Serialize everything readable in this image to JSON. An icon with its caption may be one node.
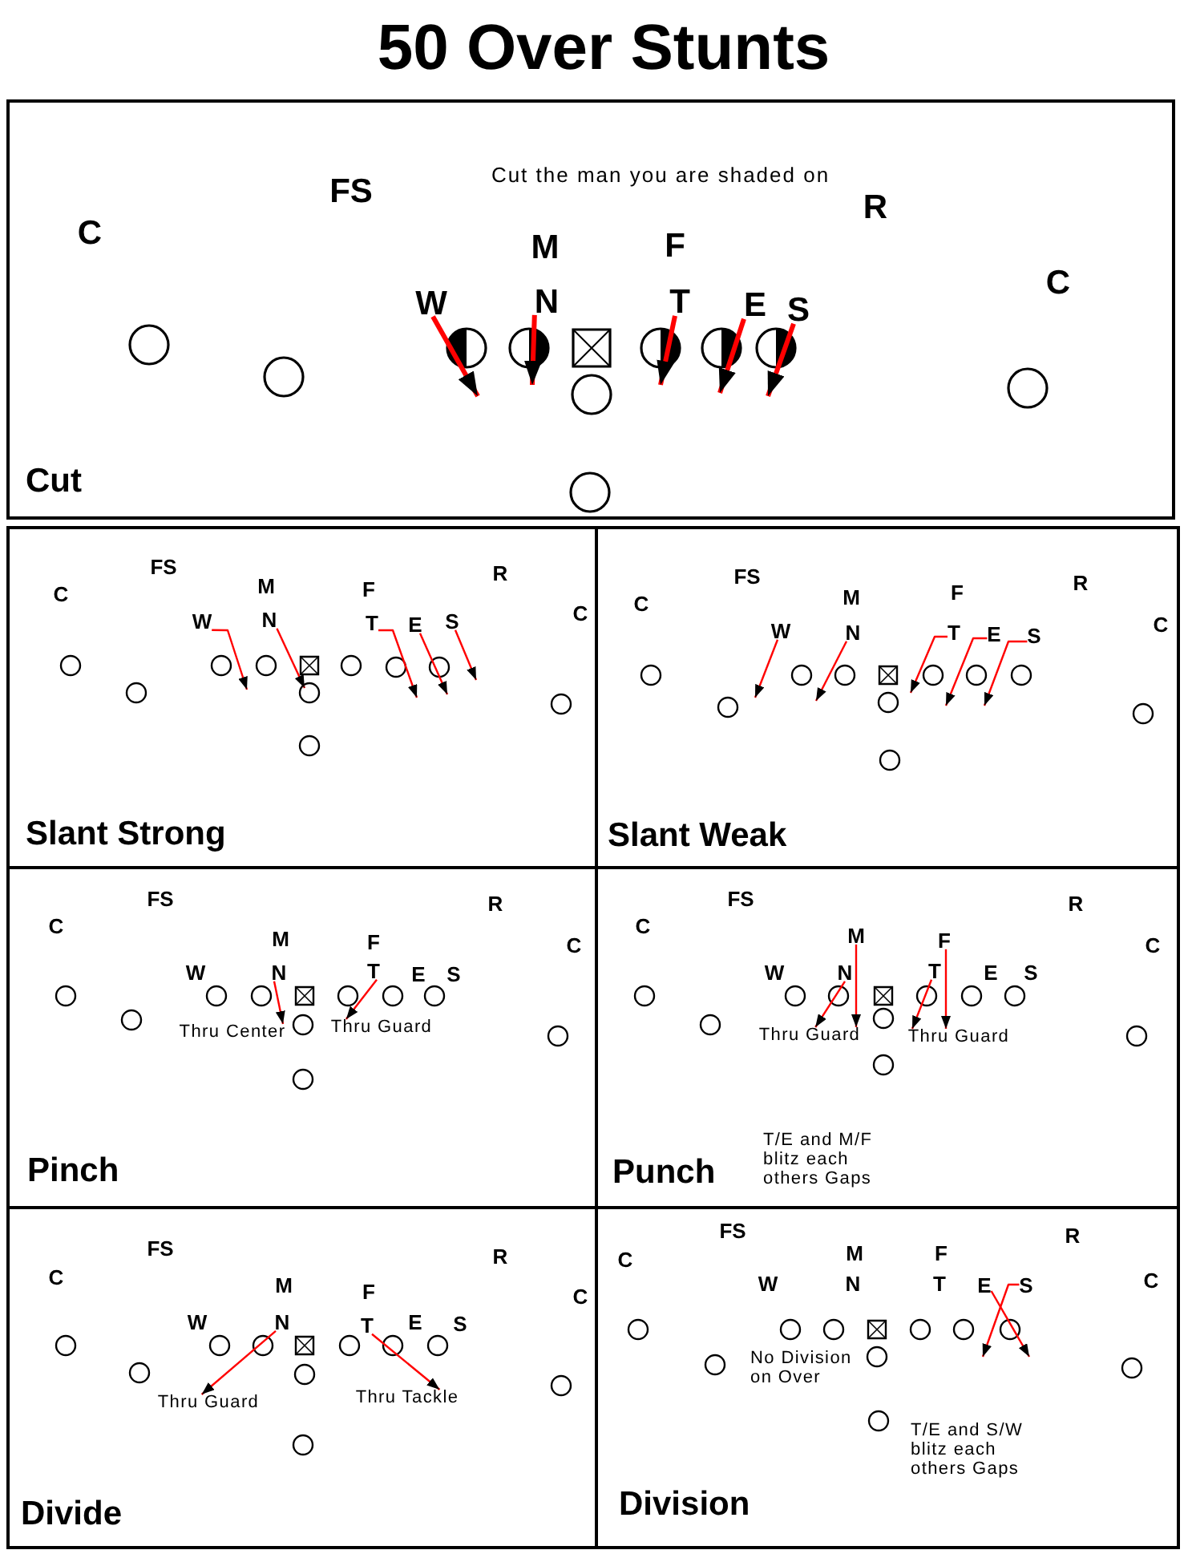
{
  "diagram": {
    "title": "50 Over Stunts",
    "nodes": [
      {
        "text": [
          "Cut"
        ]
      },
      {
        "text": [
          "W"
        ],
        "in": 0
      },
      {
        "text": [
          "N"
        ],
        "in": 0
      },
      {
        "text": [
          "T"
        ],
        "in": 0
      },
      {
        "text": [
          "E"
        ],
        "in": 0
      },
      {
        "text": [
          "S"
        ],
        "in": 0
      },
      {
        "text": [
          "Slant Strong"
        ]
      },
      {
        "text": [
          "W"
        ],
        "in": 6
      },
      {
        "text": [
          "N"
        ],
        "in": 6
      },
      {
        "text": [
          "T"
        ],
        "in": 6
      },
      {
        "text": [
          "E"
        ],
        "in": 6
      },
      {
        "text": [
          "S"
        ],
        "in": 6
      },
      {
        "text": [
          "Slant Weak"
        ]
      },
      {
        "text": [
          "W"
        ],
        "in": 12
      },
      {
        "text": [
          "N"
        ],
        "in": 12
      },
      {
        "text": [
          "T"
        ],
        "in": 12
      },
      {
        "text": [
          "E"
        ],
        "in": 12
      },
      {
        "text": [
          "S"
        ],
        "in": 12
      },
      {
        "text": [
          "Pinch"
        ]
      },
      {
        "text": [
          "N"
        ],
        "in": 18
      },
      {
        "text": [
          "T"
        ],
        "in": 18
      },
      {
        "text": [
          "Thru Center"
        ],
        "in": 18
      },
      {
        "text": [
          "Thru Guard"
        ],
        "in": 18
      },
      {
        "text": [
          "Punch"
        ]
      },
      {
        "text": [
          "M"
        ],
        "in": 23
      },
      {
        "text": [
          "F"
        ],
        "in": 23
      },
      {
        "text": [
          "N"
        ],
        "in": 23
      },
      {
        "text": [
          "T"
        ],
        "in": 23
      },
      {
        "text": [
          "Thru Guard"
        ],
        "in": 23
      },
      {
        "text": [
          "Thru Guard"
        ],
        "in": 23
      },
      {
        "text": [
          "Divide"
        ]
      },
      {
        "text": [
          "N"
        ],
        "in": 30
      },
      {
        "text": [
          "T"
        ],
        "in": 30
      },
      {
        "text": [
          "Thru Guard"
        ],
        "in": 30
      },
      {
        "text": [
          "Thru Tackle"
        ],
        "in": 30
      },
      {
        "text": [
          "Division"
        ]
      },
      {
        "text": [
          "E"
        ],
        "in": 35
      },
      {
        "text": [
          "S"
        ],
        "in": 35
      }
    ],
    "edges": [
      {
        "from": 1,
        "to": null,
        "arrow": "to",
        "style": "thick"
      },
      {
        "from": 2,
        "to": null,
        "arrow": "to",
        "style": "thick"
      },
      {
        "from": 3,
        "to": null,
        "arrow": "to",
        "style": "thick"
      },
      {
        "from": 4,
        "to": null,
        "arrow": "to",
        "style": "thick"
      },
      {
        "from": 5,
        "to": null,
        "arrow": "to",
        "style": "thick"
      },
      {
        "from": 7,
        "to": null,
        "arrow": "to"
      },
      {
        "from": 8,
        "to": null,
        "arrow": "to"
      },
      {
        "from": 9,
        "to": null,
        "arrow": "to"
      },
      {
        "from": 10,
        "to": null,
        "arrow": "to"
      },
      {
        "from": 11,
        "to": null,
        "arrow": "to"
      },
      {
        "from": 13,
        "to": null,
        "arrow": "to"
      },
      {
        "from": 14,
        "to": null,
        "arrow": "to"
      },
      {
        "from": 15,
        "to": null,
        "arrow": "to"
      },
      {
        "from": 16,
        "to": null,
        "arrow": "to"
      },
      {
        "from": 17,
        "to": null,
        "arrow": "to"
      },
      {
        "from": 19,
        "to": 21,
        "arrow": "to"
      },
      {
        "from": 20,
        "to": 22,
        "arrow": "to"
      },
      {
        "from": 24,
        "to": 28,
        "arrow": "to"
      },
      {
        "from": 25,
        "to": 29,
        "arrow": "to"
      },
      {
        "from": 26,
        "to": 28,
        "arrow": "to"
      },
      {
        "from": 27,
        "to": 29,
        "arrow": "to"
      },
      {
        "from": 31,
        "to": 33,
        "arrow": "to"
      },
      {
        "from": 32,
        "to": 34,
        "arrow": "to"
      },
      {
        "from": 36,
        "to": null,
        "arrow": "to"
      },
      {
        "from": 37,
        "to": null,
        "arrow": "to"
      }
    ],
    "labels": [
      "Cut the man you are shaded on",
      "FS",
      "R",
      "C",
      "M",
      "F",
      "C",
      "FS",
      "R",
      "C",
      "M",
      "F",
      "C",
      "FS",
      "R",
      "C",
      "M",
      "F",
      "C",
      "FS",
      "R",
      "C",
      "M",
      "F",
      "C",
      "W",
      "E",
      "S",
      "FS",
      "R",
      "C",
      "C",
      "W",
      "E",
      "S",
      "T/E and M/F blitz each others Gaps",
      "FS",
      "R",
      "C",
      "M",
      "F",
      "C",
      "W",
      "E",
      "S",
      "FS",
      "R",
      "C",
      "M",
      "F",
      "W",
      "N",
      "T",
      "C",
      "No Division on Over",
      "T/E and S/W blitz each others Gaps"
    ]
  }
}
